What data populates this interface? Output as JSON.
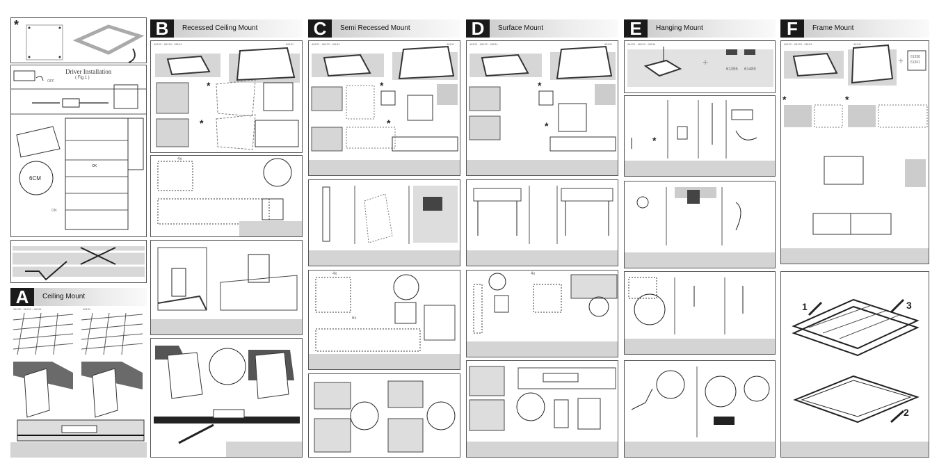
{
  "sections": {
    "a": {
      "letter": "A",
      "title": "Ceiling Mount"
    },
    "b": {
      "letter": "B",
      "title": "Recessed Ceiling Mount"
    },
    "c": {
      "letter": "C",
      "title": "Semi Recessed Mount"
    },
    "d": {
      "letter": "D",
      "title": "Surface Mount"
    },
    "e": {
      "letter": "E",
      "title": "Hanging Mount"
    },
    "f": {
      "letter": "F",
      "title": "Frame Mount"
    }
  },
  "driver": {
    "title": "Driver Installation",
    "fig": "( Fig.1 )",
    "off": "OFF",
    "on": "ON",
    "cm": "6CM",
    "ok": "OK"
  },
  "codes": {
    "a1": "98132 - 98133 - 98134",
    "a2": "98131",
    "e1": "98132 - 98133 - 98134",
    "e_part1": "61355",
    "e_part2": "61489",
    "f_part1": "61358",
    "f_part2": "61361",
    "four_x": "4x",
    "six_x": "6x"
  },
  "frame_steps": {
    "s1": "1",
    "s2": "2",
    "s3": "3"
  },
  "symbols": {
    "asterisk": "*",
    "plus": "+"
  },
  "icons": [
    "asterisk-icon",
    "screwdriver-icon",
    "drill-icon",
    "saw-icon",
    "box-icon",
    "connector-icon",
    "arrow-icon"
  ]
}
